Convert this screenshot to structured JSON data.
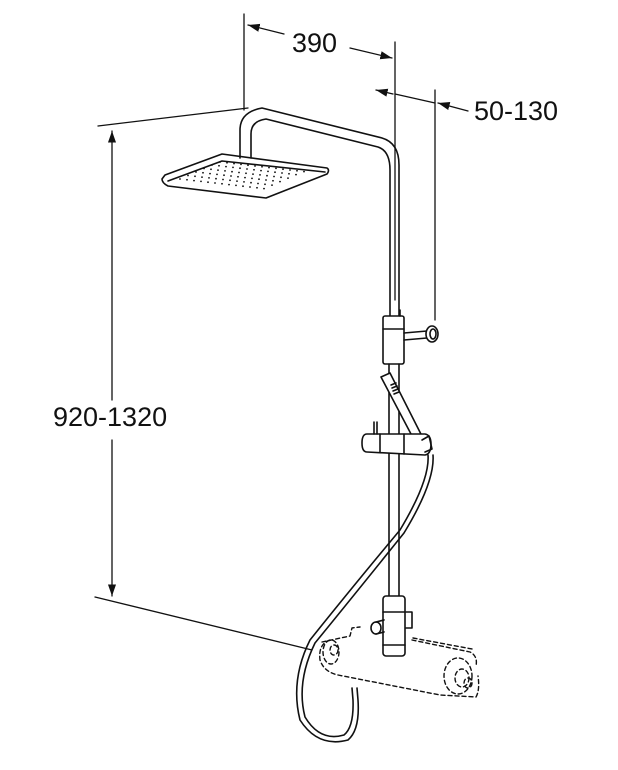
{
  "diagram": {
    "subject": "shower system with overhead shower head, riser rail, hand shower and thermostatic mixer",
    "dimensions": {
      "width": {
        "label": "390"
      },
      "wall_offset": {
        "label": "50-130"
      },
      "height": {
        "label": "920-1320"
      }
    },
    "colors": {
      "line": "#111111",
      "background": "#ffffff"
    }
  }
}
